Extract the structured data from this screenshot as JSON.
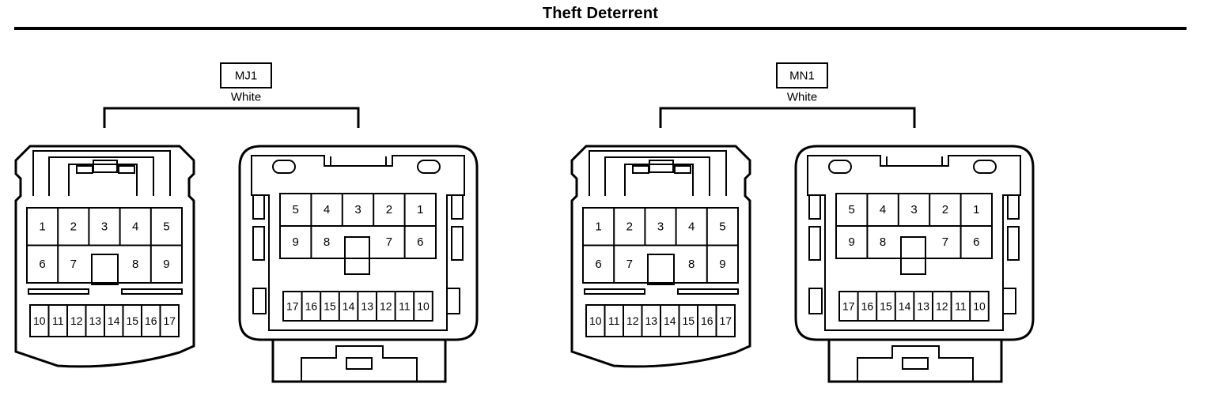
{
  "title": "Theft Deterrent",
  "connectors": [
    {
      "id": "MJ1",
      "color": "White",
      "left_face": {
        "top_row": [
          "1",
          "2",
          "3",
          "4",
          "5"
        ],
        "mid_row": [
          "6",
          "7",
          "8",
          "9"
        ],
        "bottom_row": [
          "10",
          "11",
          "12",
          "13",
          "14",
          "15",
          "16",
          "17"
        ]
      },
      "right_face": {
        "top_row": [
          "5",
          "4",
          "3",
          "2",
          "1"
        ],
        "mid_row": [
          "9",
          "8",
          "7",
          "6"
        ],
        "bottom_row": [
          "17",
          "16",
          "15",
          "14",
          "13",
          "12",
          "11",
          "10"
        ]
      }
    },
    {
      "id": "MN1",
      "color": "White",
      "left_face": {
        "top_row": [
          "1",
          "2",
          "3",
          "4",
          "5"
        ],
        "mid_row": [
          "6",
          "7",
          "8",
          "9"
        ],
        "bottom_row": [
          "10",
          "11",
          "12",
          "13",
          "14",
          "15",
          "16",
          "17"
        ]
      },
      "right_face": {
        "top_row": [
          "5",
          "4",
          "3",
          "2",
          "1"
        ],
        "mid_row": [
          "9",
          "8",
          "7",
          "6"
        ],
        "bottom_row": [
          "17",
          "16",
          "15",
          "14",
          "13",
          "12",
          "11",
          "10"
        ]
      }
    }
  ]
}
